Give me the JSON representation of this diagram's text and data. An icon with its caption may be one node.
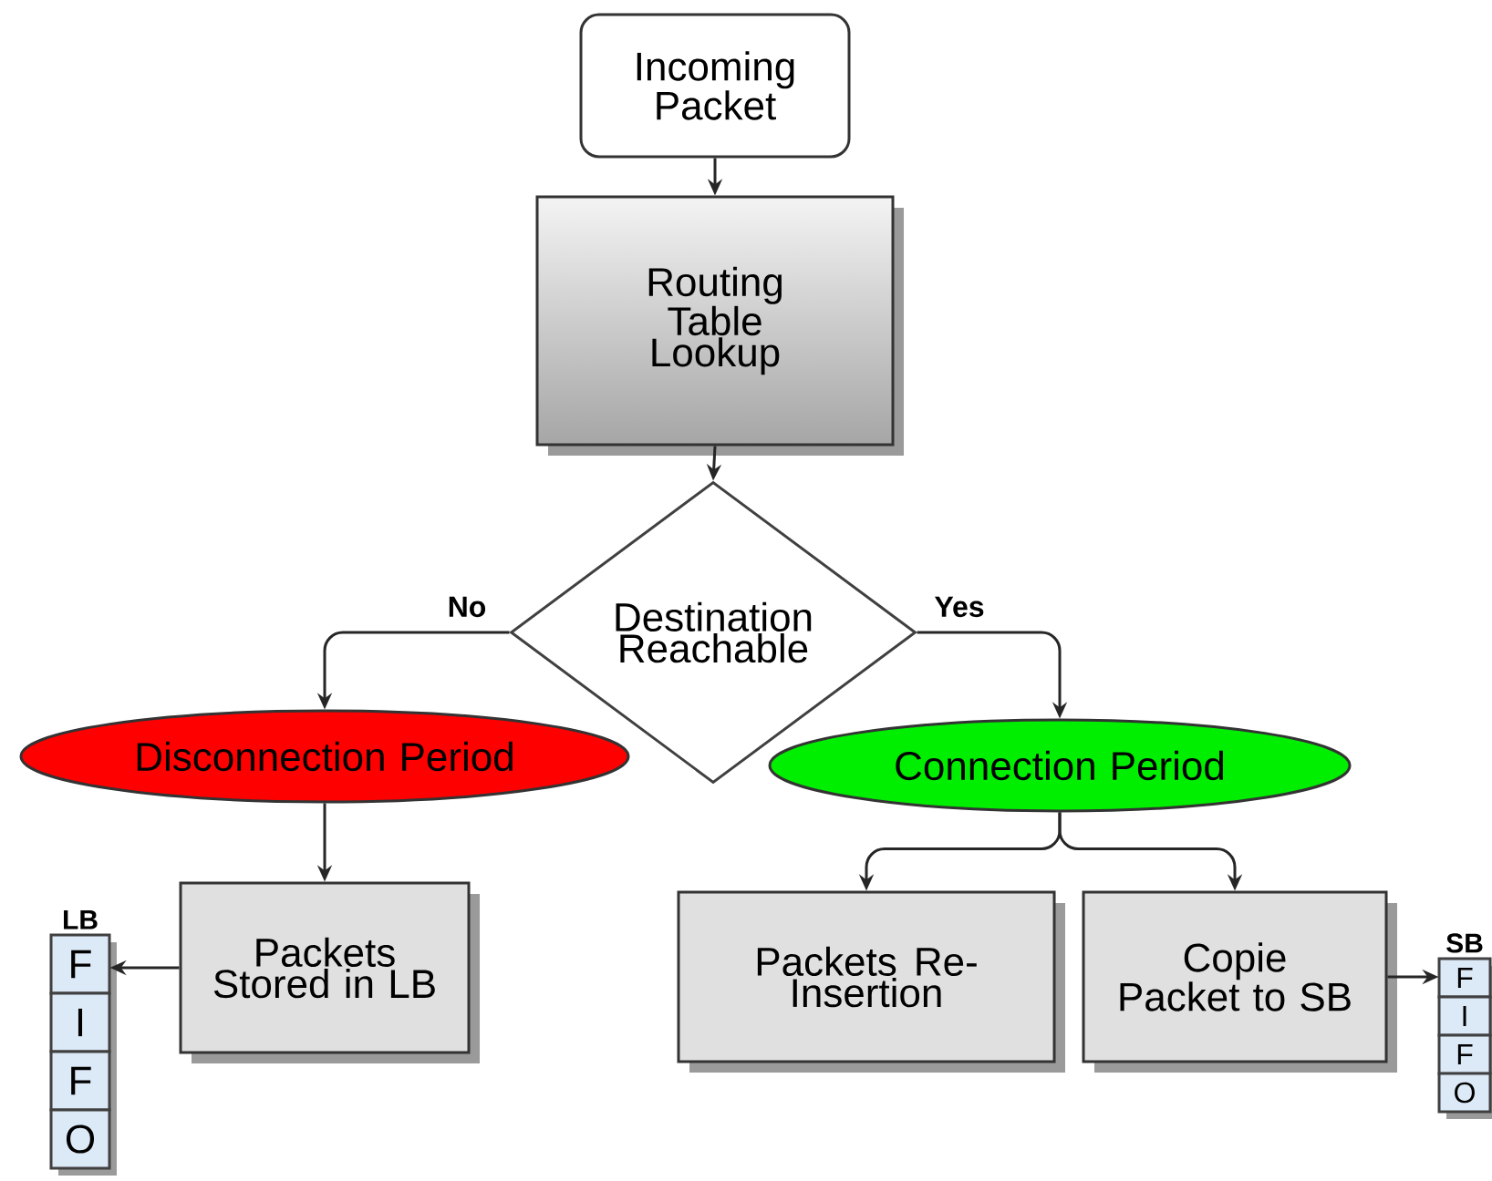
{
  "diagram": {
    "nodes": [
      {
        "text": [
          "Incoming Packet"
        ]
      },
      {
        "text": [
          "Routing Table Lookup"
        ]
      },
      {
        "text": [
          "Destination Reachable"
        ]
      },
      {
        "text": [
          "Disconnection Period"
        ]
      },
      {
        "text": [
          "Connection Period"
        ]
      },
      {
        "text": [
          "Packets Stored in LB"
        ]
      },
      {
        "text": [
          "Packets Re-Insertion"
        ]
      },
      {
        "text": [
          "Copie Packet to SB"
        ]
      },
      {
        "text": [
          "LB",
          "F",
          "I",
          "F",
          "O"
        ]
      },
      {
        "text": [
          "SB",
          "F",
          "I",
          "F",
          "O"
        ]
      }
    ],
    "edges": [
      {
        "from": 0,
        "to": 1,
        "arrow": "to"
      },
      {
        "from": 1,
        "to": 2,
        "arrow": "to"
      },
      {
        "from": 2,
        "to": 3,
        "arrow": "to",
        "label": "No"
      },
      {
        "from": 2,
        "to": 4,
        "arrow": "to",
        "label": "Yes"
      },
      {
        "from": 3,
        "to": 5,
        "arrow": "to"
      },
      {
        "from": 4,
        "to": 6,
        "arrow": "to"
      },
      {
        "from": 4,
        "to": 7,
        "arrow": "to"
      },
      {
        "from": 5,
        "to": 8,
        "arrow": "to"
      },
      {
        "from": 7,
        "to": 9,
        "arrow": "to"
      }
    ]
  }
}
